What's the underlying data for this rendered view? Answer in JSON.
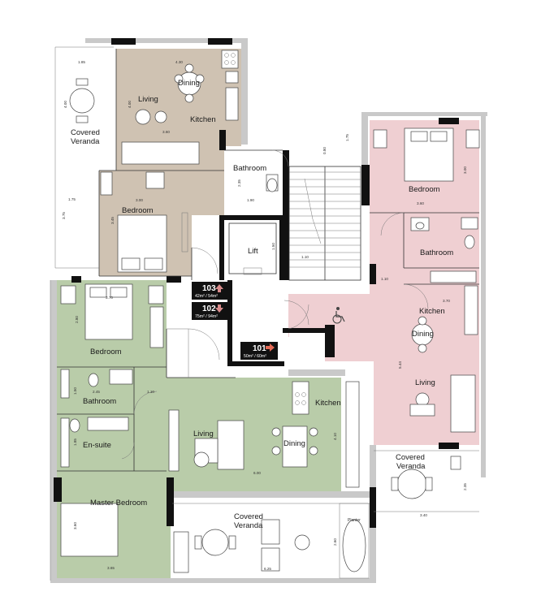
{
  "colors": {
    "unit_103": "#cfc2b2",
    "unit_102": "#b9cca9",
    "unit_101": "#efcfd2",
    "badge": "#111111",
    "arrow_up": "#d98c8c",
    "arrow_down": "#d98c8c",
    "arrow_right": "#e46a55"
  },
  "rooms": {
    "u103_dining": "Dining",
    "u103_living": "Living",
    "u103_kitchen": "Kitchen",
    "u103_bathroom": "Bathroom",
    "u103_bedroom": "Bedroom",
    "veranda_left_1": "Covered",
    "veranda_left_2": "Veranda",
    "lift": "Lift",
    "u101_bedroom": "Bedroom",
    "u101_bathroom": "Bathroom",
    "u101_kitchen": "Kitchen",
    "u101_dining": "Dining",
    "u101_living": "Living",
    "veranda_right_1": "Covered",
    "veranda_right_2": "Veranda",
    "u102_bedroom": "Bedroom",
    "u102_bathroom": "Bathroom",
    "u102_ensuite": "En-suite",
    "u102_living": "Living",
    "u102_dining": "Dining",
    "u102_kitchen": "Kitchen",
    "u102_master": "Master Bedroom",
    "veranda_bottom_1": "Covered",
    "veranda_bottom_2": "Veranda",
    "planter": "Planter"
  },
  "units": {
    "u103": {
      "number": "103",
      "area": "42m² / 54m²",
      "direction_icon": "arrow-up-icon"
    },
    "u102": {
      "number": "102",
      "area": "75m² / 94m²",
      "direction_icon": "arrow-down-icon"
    },
    "u101": {
      "number": "101",
      "area": "50m² / 60m²",
      "direction_icon": "arrow-right-icon"
    }
  },
  "dimensions": {
    "d1": "1.85",
    "d2": "4.30",
    "d3": "4.00",
    "d4": "3.60",
    "d5": "0.80",
    "d6": "1.75",
    "d7": "3.00",
    "d8": "3.75",
    "d9": "2.35",
    "d10": "3.60",
    "d11": "3.00",
    "d12": "3.45",
    "d13": "1.90",
    "d14": "1.50",
    "d15": "1.10",
    "d16": "3.70",
    "d17": "1.10",
    "d18": "3.70",
    "d19": "2.80",
    "d20": "2.45",
    "d21": "1.10",
    "d22": "1.50",
    "d23": "5.44",
    "d24": "1.85",
    "d25": "4.10",
    "d26": "6.00",
    "d27": "3.60",
    "d28": "2.35",
    "d29": "3.40",
    "d30": "2.60",
    "d31": "6.25",
    "d32": "3.65",
    "d33": "3.60"
  },
  "icons": {
    "wheelchair": "wheelchair-icon",
    "stairs": "staircase-icon"
  }
}
